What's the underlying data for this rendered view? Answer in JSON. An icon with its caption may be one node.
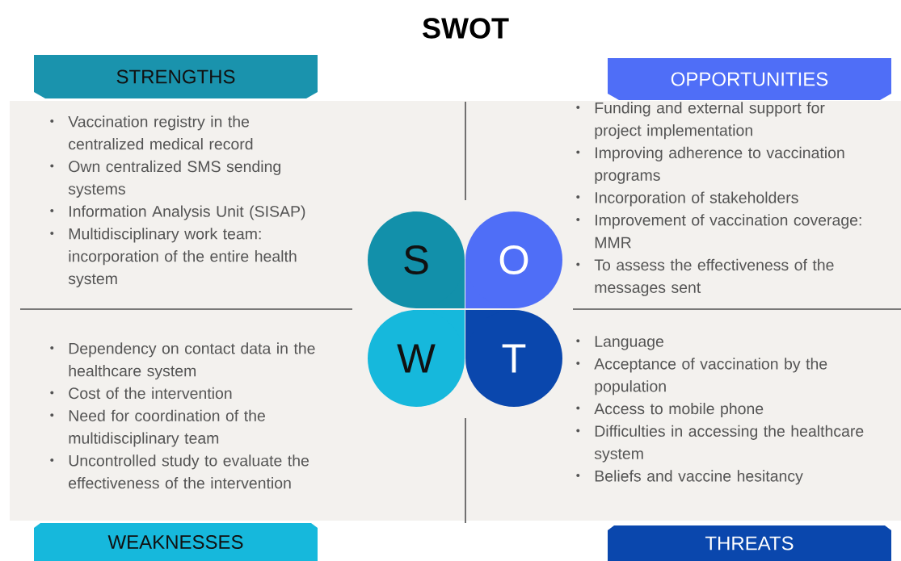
{
  "diagram": {
    "title": "SWOT",
    "nodes": [
      {
        "text": [
          "STRENGTHS",
          "Vaccination registry in the centralized medical record",
          "Own centralized SMS sending systems",
          "Information Analysis Unit (SISAP)",
          "Multidisciplinary work team: incorporation of the entire health system"
        ]
      },
      {
        "text": [
          "OPPORTUNITIES",
          "Funding and external support for project implementation",
          "Improving adherence to vaccination programs",
          "Incorporation of stakeholders",
          "Improvement of vaccination coverage: MMR",
          "To assess the effectiveness of the messages sent"
        ]
      },
      {
        "text": [
          "S"
        ]
      },
      {
        "text": [
          "O"
        ]
      },
      {
        "text": [
          "W"
        ]
      },
      {
        "text": [
          "T"
        ]
      },
      {
        "text": [
          "Dependency on contact data in the healthcare system",
          "Cost of the intervention",
          "Need for coordination of the multidisciplinary team",
          "Uncontrolled study to evaluate the effectiveness of the intervention",
          "WEAKNESSES"
        ]
      },
      {
        "text": [
          "Language",
          "Acceptance of vaccination by the population",
          "Access to mobile phone",
          "Difficulties in accessing the healthcare system",
          "Beliefs and vaccine hesitancy",
          "THREATS"
        ]
      }
    ]
  }
}
